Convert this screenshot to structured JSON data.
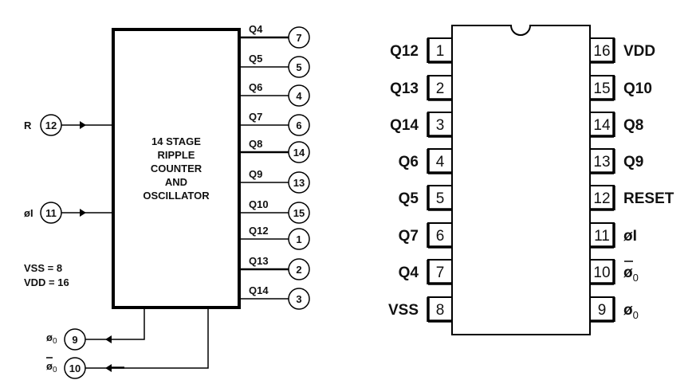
{
  "block_diagram": {
    "block_label_lines": [
      "14 STAGE",
      "RIPPLE",
      "COUNTER",
      "AND",
      "OSCILLATOR"
    ],
    "outputs": [
      {
        "signal": "Q4",
        "pin": "7"
      },
      {
        "signal": "Q5",
        "pin": "5"
      },
      {
        "signal": "Q6",
        "pin": "4"
      },
      {
        "signal": "Q7",
        "pin": "6"
      },
      {
        "signal": "Q8",
        "pin": "14"
      },
      {
        "signal": "Q9",
        "pin": "13"
      },
      {
        "signal": "Q10",
        "pin": "15"
      },
      {
        "signal": "Q12",
        "pin": "1"
      },
      {
        "signal": "Q13",
        "pin": "2"
      },
      {
        "signal": "Q14",
        "pin": "3"
      }
    ],
    "inputs": [
      {
        "signal": "R",
        "pin": "12"
      },
      {
        "signal": "øI",
        "pin": "11"
      }
    ],
    "clock_outputs": [
      {
        "signal": "ø",
        "subscript": "0",
        "overbar": false,
        "pin": "9"
      },
      {
        "signal": "ø",
        "subscript": "0",
        "overbar": true,
        "pin": "10"
      }
    ],
    "power_notes": [
      "VSS = 8",
      "VDD = 16"
    ]
  },
  "pinout": {
    "left_pins": [
      {
        "pin": "1",
        "name": "Q12"
      },
      {
        "pin": "2",
        "name": "Q13"
      },
      {
        "pin": "3",
        "name": "Q14"
      },
      {
        "pin": "4",
        "name": "Q6"
      },
      {
        "pin": "5",
        "name": "Q5"
      },
      {
        "pin": "6",
        "name": "Q7"
      },
      {
        "pin": "7",
        "name": "Q4"
      },
      {
        "pin": "8",
        "name": "VSS"
      }
    ],
    "right_pins": [
      {
        "pin": "16",
        "name": "VDD"
      },
      {
        "pin": "15",
        "name": "Q10"
      },
      {
        "pin": "14",
        "name": "Q8"
      },
      {
        "pin": "13",
        "name": "Q9"
      },
      {
        "pin": "12",
        "name": "RESET"
      },
      {
        "pin": "11",
        "name": "øI"
      },
      {
        "pin": "10",
        "name": "ø",
        "subscript": "0",
        "overbar": true
      },
      {
        "pin": "9",
        "name": "ø",
        "subscript": "0",
        "overbar": false
      }
    ]
  }
}
